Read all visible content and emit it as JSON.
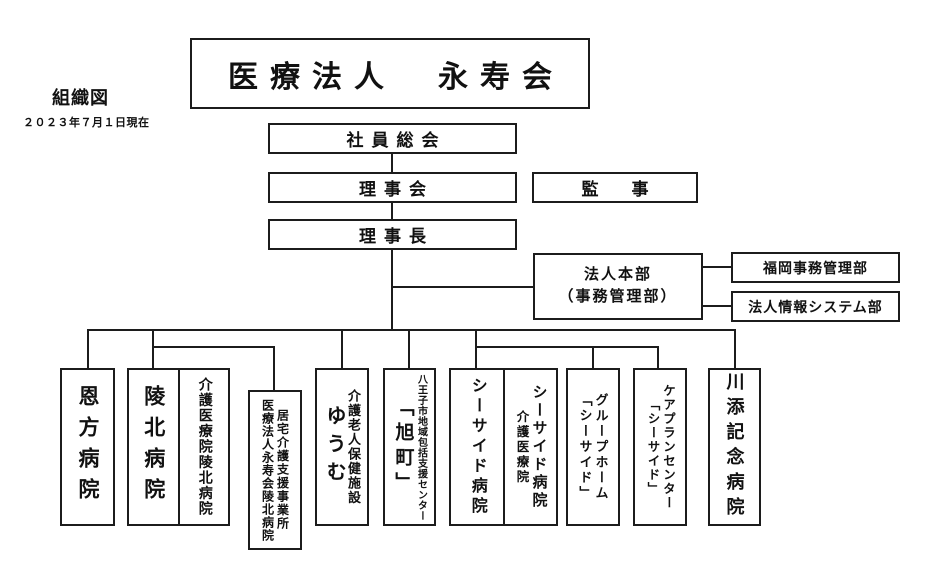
{
  "meta": {
    "title_label": "組織図",
    "as_of_date": "２０２３年７月１日現在"
  },
  "nodes": {
    "corporation": "医療法人　永寿会",
    "general_meeting": "社員総会",
    "board_of_directors": "理事会",
    "auditor": "監　事",
    "chairman": "理事長",
    "headquarters_line1": "法人本部",
    "headquarters_line2": "（事務管理部）",
    "fukuoka_admin_dept": "福岡事務管理部",
    "corporate_it_dept": "法人情報システム部"
  },
  "facilities": [
    {
      "name": "恩方病院",
      "columns": [
        "恩方病院"
      ]
    },
    {
      "name": "陵北病院（合体枠）",
      "cells": [
        {
          "columns": [
            "陵北病院"
          ]
        },
        {
          "columns": [
            "介護医療院陵北病院"
          ]
        }
      ]
    },
    {
      "name": "居宅介護支援事業所 医療法人永寿会陵北病院",
      "columns": [
        "居宅介護支援事業所",
        "医療法人永寿会陵北病院"
      ]
    },
    {
      "name": "介護老人保健施設ゆうむ",
      "columns": [
        "介護老人保健施設",
        "ゆうむ"
      ]
    },
    {
      "name": "八王子市地域包括支援センター「旭町」",
      "columns": [
        "八王子市地域包括支援センター",
        "「旭町」"
      ]
    },
    {
      "name": "シーサイド病院（合体枠）",
      "cells": [
        {
          "columns": [
            "シーサイド病院"
          ]
        },
        {
          "columns": [
            "シーサイド病院",
            "介護医療院"
          ]
        }
      ]
    },
    {
      "name": "グループホーム「シーサイド」",
      "columns": [
        "グループホーム",
        "「シーサイド」"
      ]
    },
    {
      "name": "ケアプランセンター「シーサイド」",
      "columns": [
        "ケアプランセンター",
        "「シーサイド」"
      ]
    },
    {
      "name": "川添記念病院",
      "columns": [
        "川添記念病院"
      ]
    }
  ],
  "colors": {
    "line": "#1c1c1c",
    "text": "#111111",
    "background": "#ffffff"
  }
}
